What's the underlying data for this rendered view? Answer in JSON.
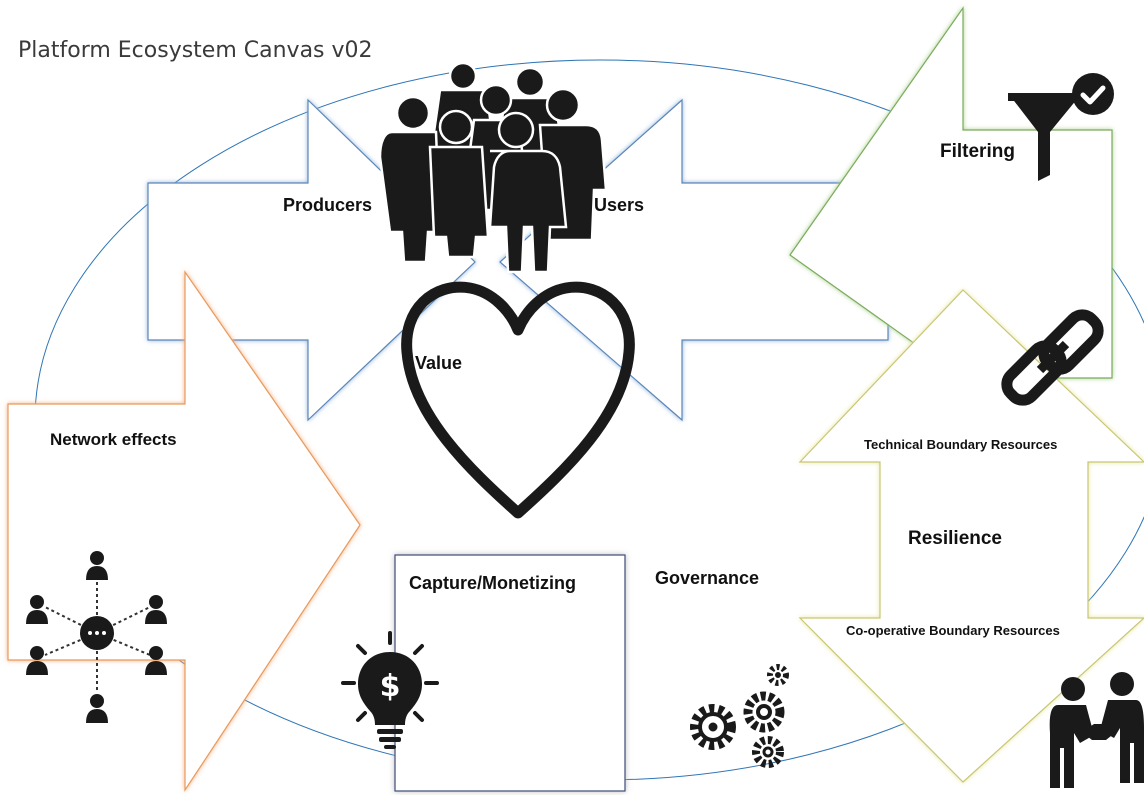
{
  "title": "Platform Ecosystem Canvas v02",
  "labels": {
    "producers": "Producers",
    "users": "Users",
    "value": "Value",
    "filtering": "Filtering",
    "network_effects": "Network effects",
    "capture": "Capture/Monetizing",
    "governance": "Governance",
    "technical": "Technical Boundary Resources",
    "resilience": "Resilience",
    "cooperative": "Co-operative Boundary Resources"
  },
  "icons": [
    "people-crowd-icon",
    "heart-icon",
    "funnel-check-icon",
    "chain-link-icon",
    "network-people-icon",
    "lightbulb-dollar-icon",
    "gears-icon",
    "handshake-icon"
  ],
  "colors": {
    "blue_glow": "#8fb4dc",
    "green_glow": "#a9d18e",
    "yellow_glow": "#e8e6a0",
    "orange_glow": "#f4b183",
    "ellipse": "#2e75b6",
    "icon": "#1a1a1a"
  }
}
